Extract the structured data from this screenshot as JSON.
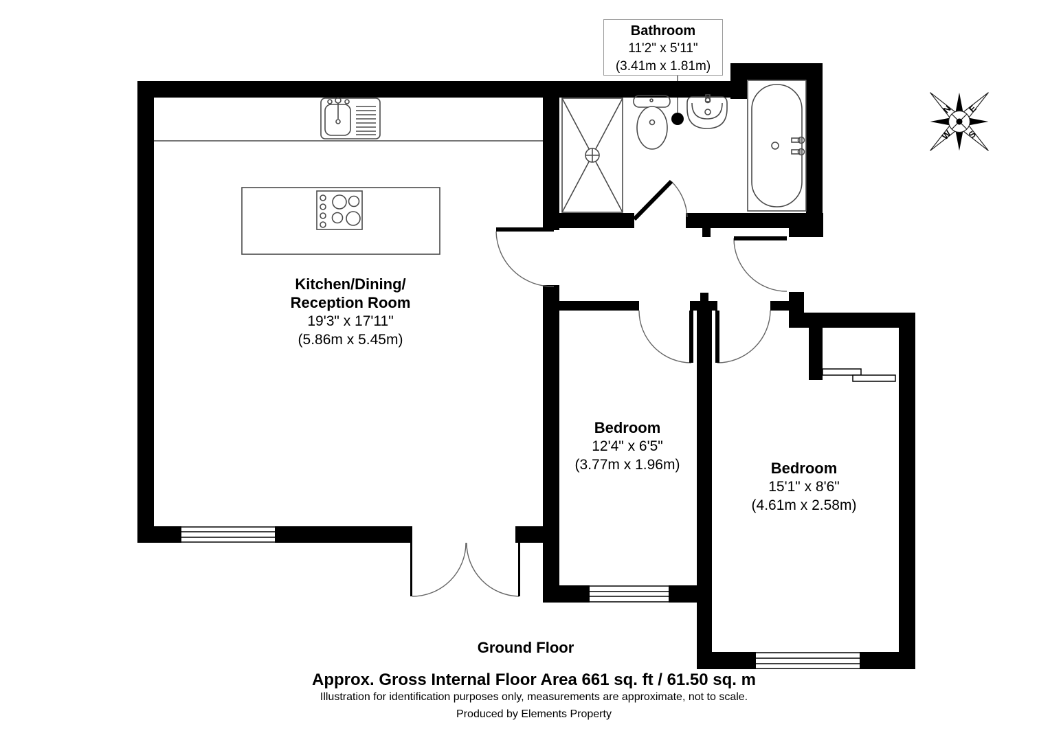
{
  "rooms": {
    "bathroom": {
      "name": "Bathroom",
      "imperial": "11'2\" x 5'11\"",
      "metric": "(3.41m x 1.81m)"
    },
    "kitchen": {
      "name1": "Kitchen/Dining/",
      "name2": "Reception Room",
      "imperial": "19'3\" x 17'11\"",
      "metric": "(5.86m x 5.45m)"
    },
    "bedroom_1": {
      "name": "Bedroom",
      "imperial": "12'4\" x 6'5\"",
      "metric": "(3.77m x 1.96m)"
    },
    "bedroom_2": {
      "name": "Bedroom",
      "imperial": "15'1\" x 8'6\"",
      "metric": "(4.61m x 2.58m)"
    }
  },
  "footer": {
    "floor": "Ground Floor",
    "area": "Approx. Gross Internal Floor Area 661 sq. ft / 61.50 sq. m",
    "disclaimer": "Illustration for identification purposes only, measurements are approximate, not to scale.",
    "credit": "Produced by Elements Property"
  },
  "compass": {
    "n": "N",
    "e": "E",
    "s": "S",
    "w": "W"
  },
  "colors": {
    "wall": "#000000",
    "fixture_line": "#4a4a4a",
    "door_arc": "#666666",
    "background": "#ffffff"
  }
}
